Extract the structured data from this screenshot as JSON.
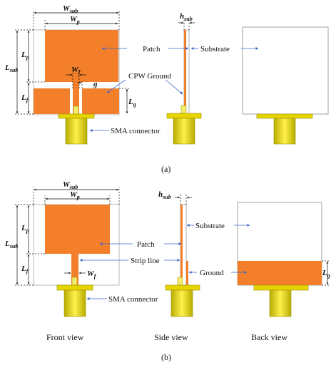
{
  "panel_a": {
    "label": "(a)",
    "dims": {
      "w_sub": "W",
      "w_sub_s": "sub",
      "w_p": "W",
      "w_p_s": "p",
      "l_sub": "L",
      "l_sub_s": "sub",
      "l_p": "L",
      "l_p_s": "p",
      "l_f": "L",
      "l_f_s": "f",
      "w_f": "W",
      "w_f_s": "f",
      "g": "g",
      "l_g": "L",
      "l_g_s": "g",
      "h_sub": "h",
      "h_sub_s": "sub"
    },
    "callouts": {
      "patch": "Patch",
      "substrate": "Substrate",
      "cpw_ground": "CPW Ground",
      "sma": "SMA connector"
    }
  },
  "panel_b": {
    "label": "(b)",
    "dims": {
      "w_sub": "W",
      "w_sub_s": "sub",
      "w_p": "W",
      "w_p_s": "p",
      "l_sub": "L",
      "l_sub_s": "sub",
      "l_p": "L",
      "l_p_s": "p",
      "l_f": "L",
      "l_f_s": "f",
      "w_f": "W",
      "w_f_s": "f",
      "l_g": "L",
      "l_g_s": "g",
      "h_sub": "h",
      "h_sub_s": "sub"
    },
    "callouts": {
      "patch": "Patch",
      "substrate": "Substrate",
      "strip_line": "Strip line",
      "ground": "Ground",
      "sma": "SMA connector"
    }
  },
  "views": {
    "front": "Front view",
    "side": "Side view",
    "back": "Back view"
  },
  "colors": {
    "copper": "#F47F2A",
    "connector": "#E6D400",
    "substrate_edge": "#9a9a9a",
    "callout_arrow": "#3a66c8"
  }
}
